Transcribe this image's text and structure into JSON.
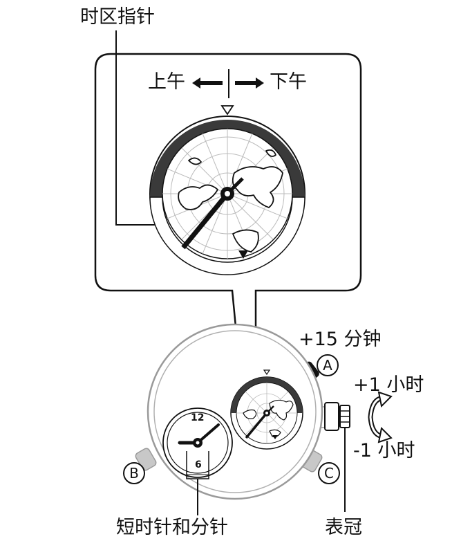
{
  "labels": {
    "timezone_hand": "时区指针",
    "am": "上午",
    "pm": "下午",
    "plus15": "+15 分钟",
    "plus1": "+1 小时",
    "minus1": "-1 小时",
    "short_hands": "短时针和分针",
    "crown": "表冠"
  },
  "buttons": {
    "a": "A",
    "b": "B",
    "c": "C"
  },
  "dial": {
    "top": "12",
    "bottom": "6"
  },
  "colors": {
    "dark": "#3a3a3a",
    "line": "#111111",
    "case": "#9a9a9a",
    "shade": "#c8c8c8",
    "bg": "#ffffff"
  },
  "icons": [
    "arrow-left-icon",
    "arrow-right-icon",
    "triangle-down-icon",
    "rotate-icon",
    "globe-map-icon"
  ]
}
